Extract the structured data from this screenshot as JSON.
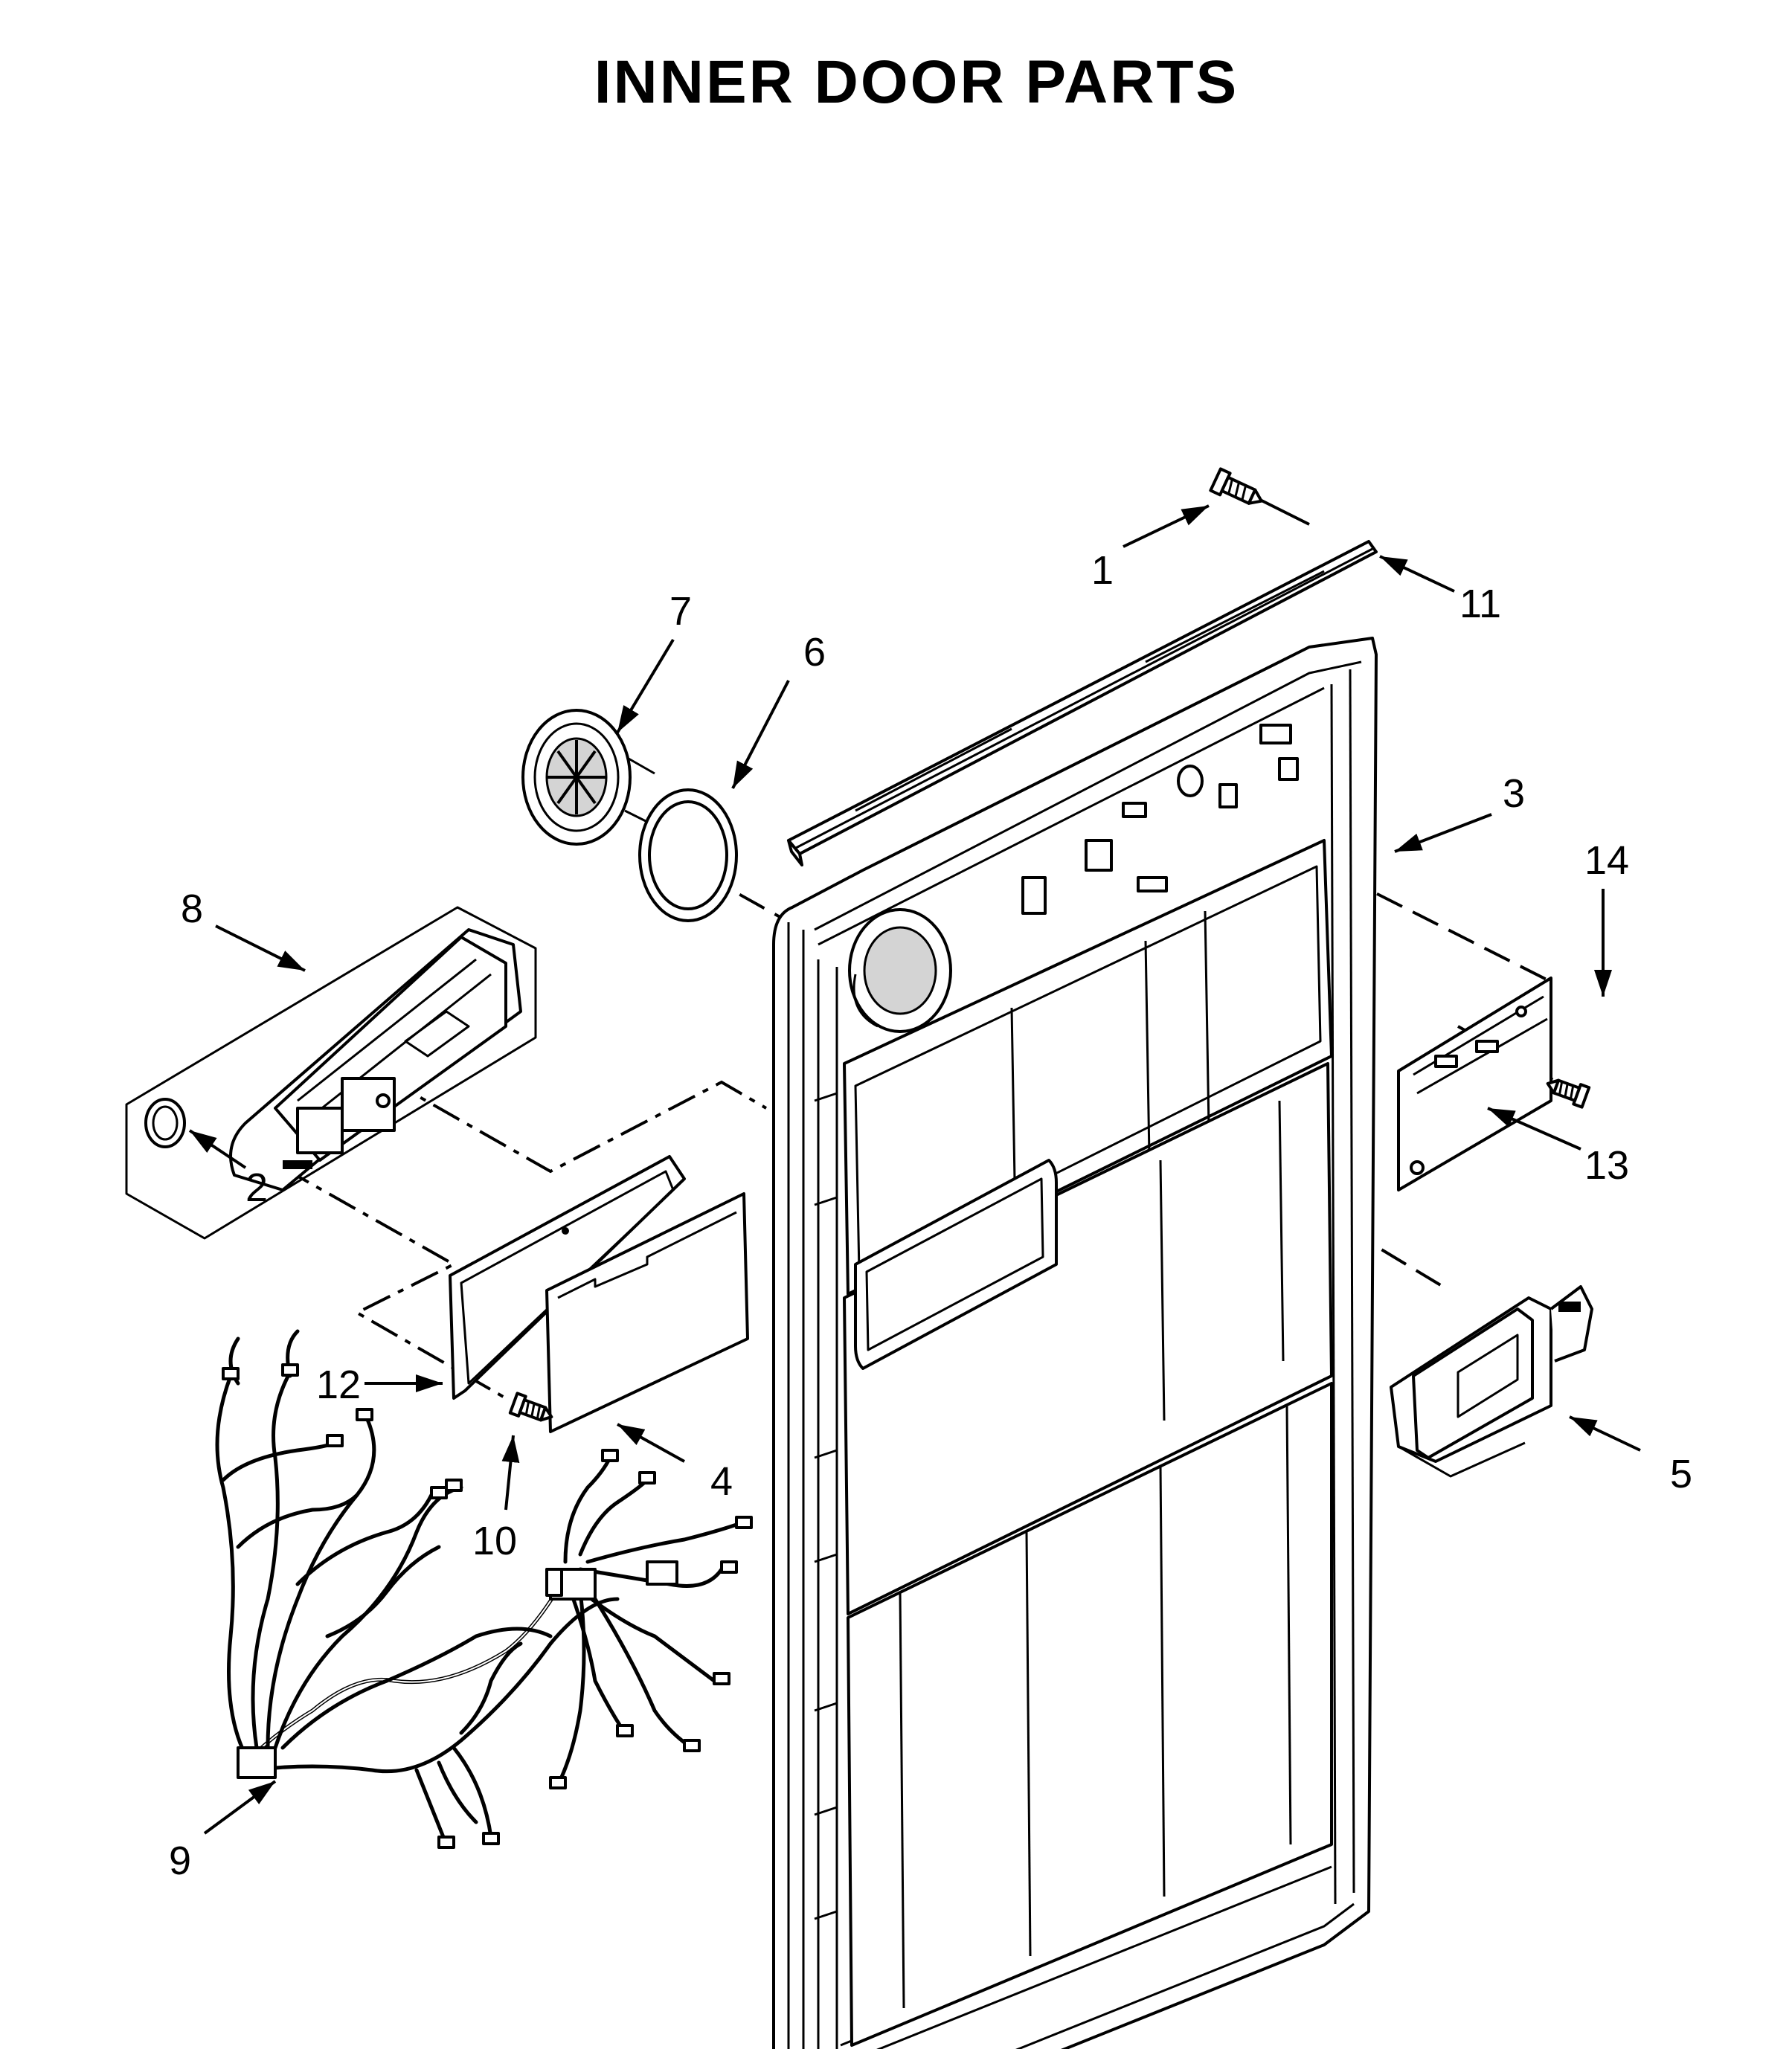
{
  "title": "INNER DOOR PARTS",
  "callouts": {
    "c1": "1",
    "c2": "2",
    "c3": "3",
    "c4": "4",
    "c5": "5",
    "c6": "6",
    "c7": "7",
    "c8": "8",
    "c9": "9",
    "c10": "10",
    "c11": "11",
    "c12": "12",
    "c13": "13",
    "c14": "14"
  }
}
